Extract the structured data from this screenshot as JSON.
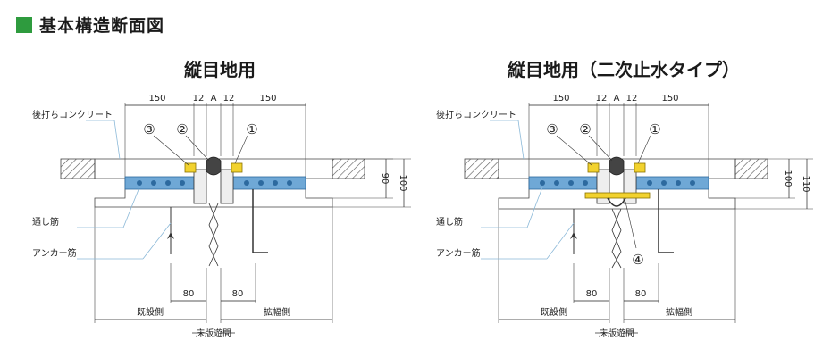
{
  "header": {
    "title": "基本構造断面図",
    "accent_color": "#2e9b3e"
  },
  "left": {
    "title": "縦目地用",
    "dims_top": [
      "150",
      "12",
      "A",
      "12",
      "150"
    ],
    "dims_right": [
      "90",
      "100"
    ],
    "dims_bottom": [
      "80",
      "80"
    ],
    "labels": {
      "concrete": "後打ちコンクリート",
      "through_bar": "通し筋",
      "anchor_bar": "アンカー筋"
    },
    "markers": [
      "③",
      "②",
      "①"
    ],
    "sides": {
      "existing": "既設側",
      "extension": "拡幅側"
    },
    "gap": "床版遊間"
  },
  "right": {
    "title": "縦目地用（二次止水タイプ）",
    "dims_top": [
      "150",
      "12",
      "A",
      "12",
      "150"
    ],
    "dims_right": [
      "100",
      "110"
    ],
    "dims_bottom": [
      "80",
      "80"
    ],
    "labels": {
      "concrete": "後打ちコンクリート",
      "through_bar": "通し筋",
      "anchor_bar": "アンカー筋"
    },
    "markers": [
      "③",
      "②",
      "①",
      "④"
    ],
    "sides": {
      "existing": "既設側",
      "extension": "拡幅側"
    },
    "gap": "床版遊間"
  }
}
